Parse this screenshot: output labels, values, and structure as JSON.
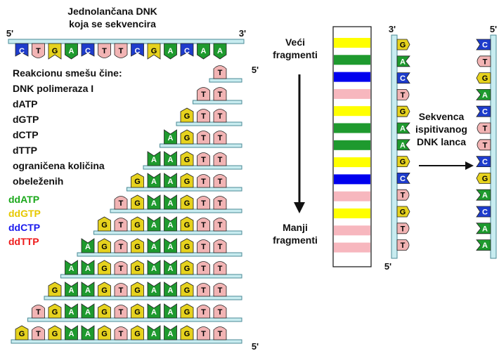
{
  "title_line1": "Jednolančana DNK",
  "title_line2": "koja se sekvencira",
  "end_5": "5'",
  "end_3": "3'",
  "template_bases": [
    "C",
    "T",
    "G",
    "A",
    "C",
    "T",
    "T",
    "C",
    "G",
    "A",
    "C",
    "A",
    "A"
  ],
  "mix_heading": "Reakcionu smešu čine:",
  "mix_items": [
    "DNK polimeraza I",
    "dATP",
    "dGTP",
    "dCTP",
    "dTTP",
    "ograničena količina",
    "obeleženih"
  ],
  "dd_items": [
    {
      "label": "ddATP",
      "color": "#1aa81a"
    },
    {
      "label": "ddGTP",
      "color": "#e6c800"
    },
    {
      "label": "ddCTP",
      "color": "#1a1aee"
    },
    {
      "label": "ddTTP",
      "color": "#ee1a1a"
    }
  ],
  "synth_order": [
    "T",
    "T",
    "G",
    "A",
    "A",
    "G",
    "T",
    "G",
    "A",
    "A",
    "G",
    "T",
    "G"
  ],
  "gel_top_label_1": "Veći",
  "gel_top_label_2": "fragmenti",
  "gel_bottom_label_1": "Manji",
  "gel_bottom_label_2": "fragmenti",
  "gel_bands": [
    "yellow",
    "green",
    "blue",
    "pink",
    "yellow",
    "green",
    "green",
    "yellow",
    "blue",
    "pink",
    "yellow",
    "pink",
    "pink"
  ],
  "read_column": [
    "G",
    "A",
    "C",
    "T",
    "G",
    "A",
    "A",
    "G",
    "C",
    "T",
    "G",
    "T",
    "T"
  ],
  "result_label_1": "Sekvenca",
  "result_label_2": "ispitivanog",
  "result_label_3": "DNK lanca",
  "result_column": [
    "C",
    "T",
    "G",
    "A",
    "C",
    "T",
    "T",
    "C",
    "G",
    "A",
    "C",
    "A",
    "A"
  ],
  "colors": {
    "A": "#1e9a2e",
    "G": "#e6d21e",
    "C": "#1e3ccc",
    "T": "#f2b4b4",
    "strand": "#c8ecf0",
    "strand_border": "#4a8a96",
    "band_yellow": "#ffff00",
    "band_green": "#1e9a2e",
    "band_blue": "#0000ee",
    "band_pink": "#f7b7be"
  }
}
